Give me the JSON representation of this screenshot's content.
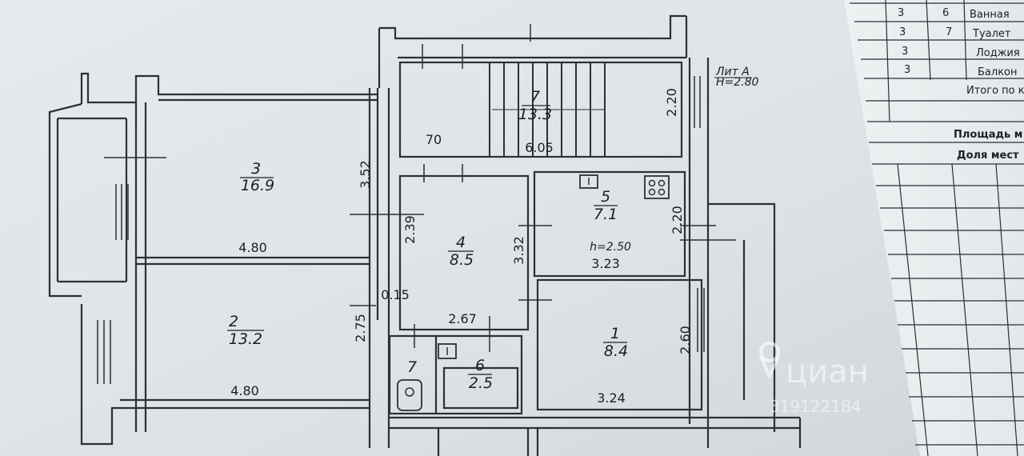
{
  "rooms": [
    {
      "number": "3",
      "area": "16.9"
    },
    {
      "number": "2",
      "area": "13.2"
    },
    {
      "number": "4",
      "area": "8.5"
    },
    {
      "number": "5",
      "area": "7.1"
    },
    {
      "number": "1",
      "area": "8.4"
    },
    {
      "number": "6",
      "area": "2.5"
    },
    {
      "number": "7",
      "area": "13.3"
    },
    {
      "number": "7",
      "area": ""
    }
  ],
  "dimensions": {
    "room3_width": "4.80",
    "room2_width": "4.80",
    "room3_depth": "3.52",
    "room2_depth": "2.75",
    "room4_depth": "2.39",
    "room4_side": "3.32",
    "room4_width": "2.67",
    "wall_gap": "0.15",
    "room5_width": "3.23",
    "room5_depth": "2.20",
    "room1_width": "3.24",
    "room1_depth": "2.60",
    "stair_width": "6.05",
    "stair_depth": "2.20",
    "stair_offset": "70",
    "room5_height": "h=2.50"
  },
  "sheet": {
    "label": "Лит А",
    "height": "H=2.80"
  },
  "table": {
    "rows": [
      {
        "floor": "3",
        "num": "6",
        "name": "Ванная"
      },
      {
        "floor": "3",
        "num": "7",
        "name": "Туалет"
      },
      {
        "floor": "3",
        "num": "",
        "name": "Лоджия"
      },
      {
        "floor": "3",
        "num": "",
        "name": "Балкон"
      }
    ],
    "total": "Итого по кв",
    "area_header": "Площадь м",
    "share_header": "Доля мест"
  },
  "watermark": {
    "brand": "циан",
    "id": "319122184"
  }
}
